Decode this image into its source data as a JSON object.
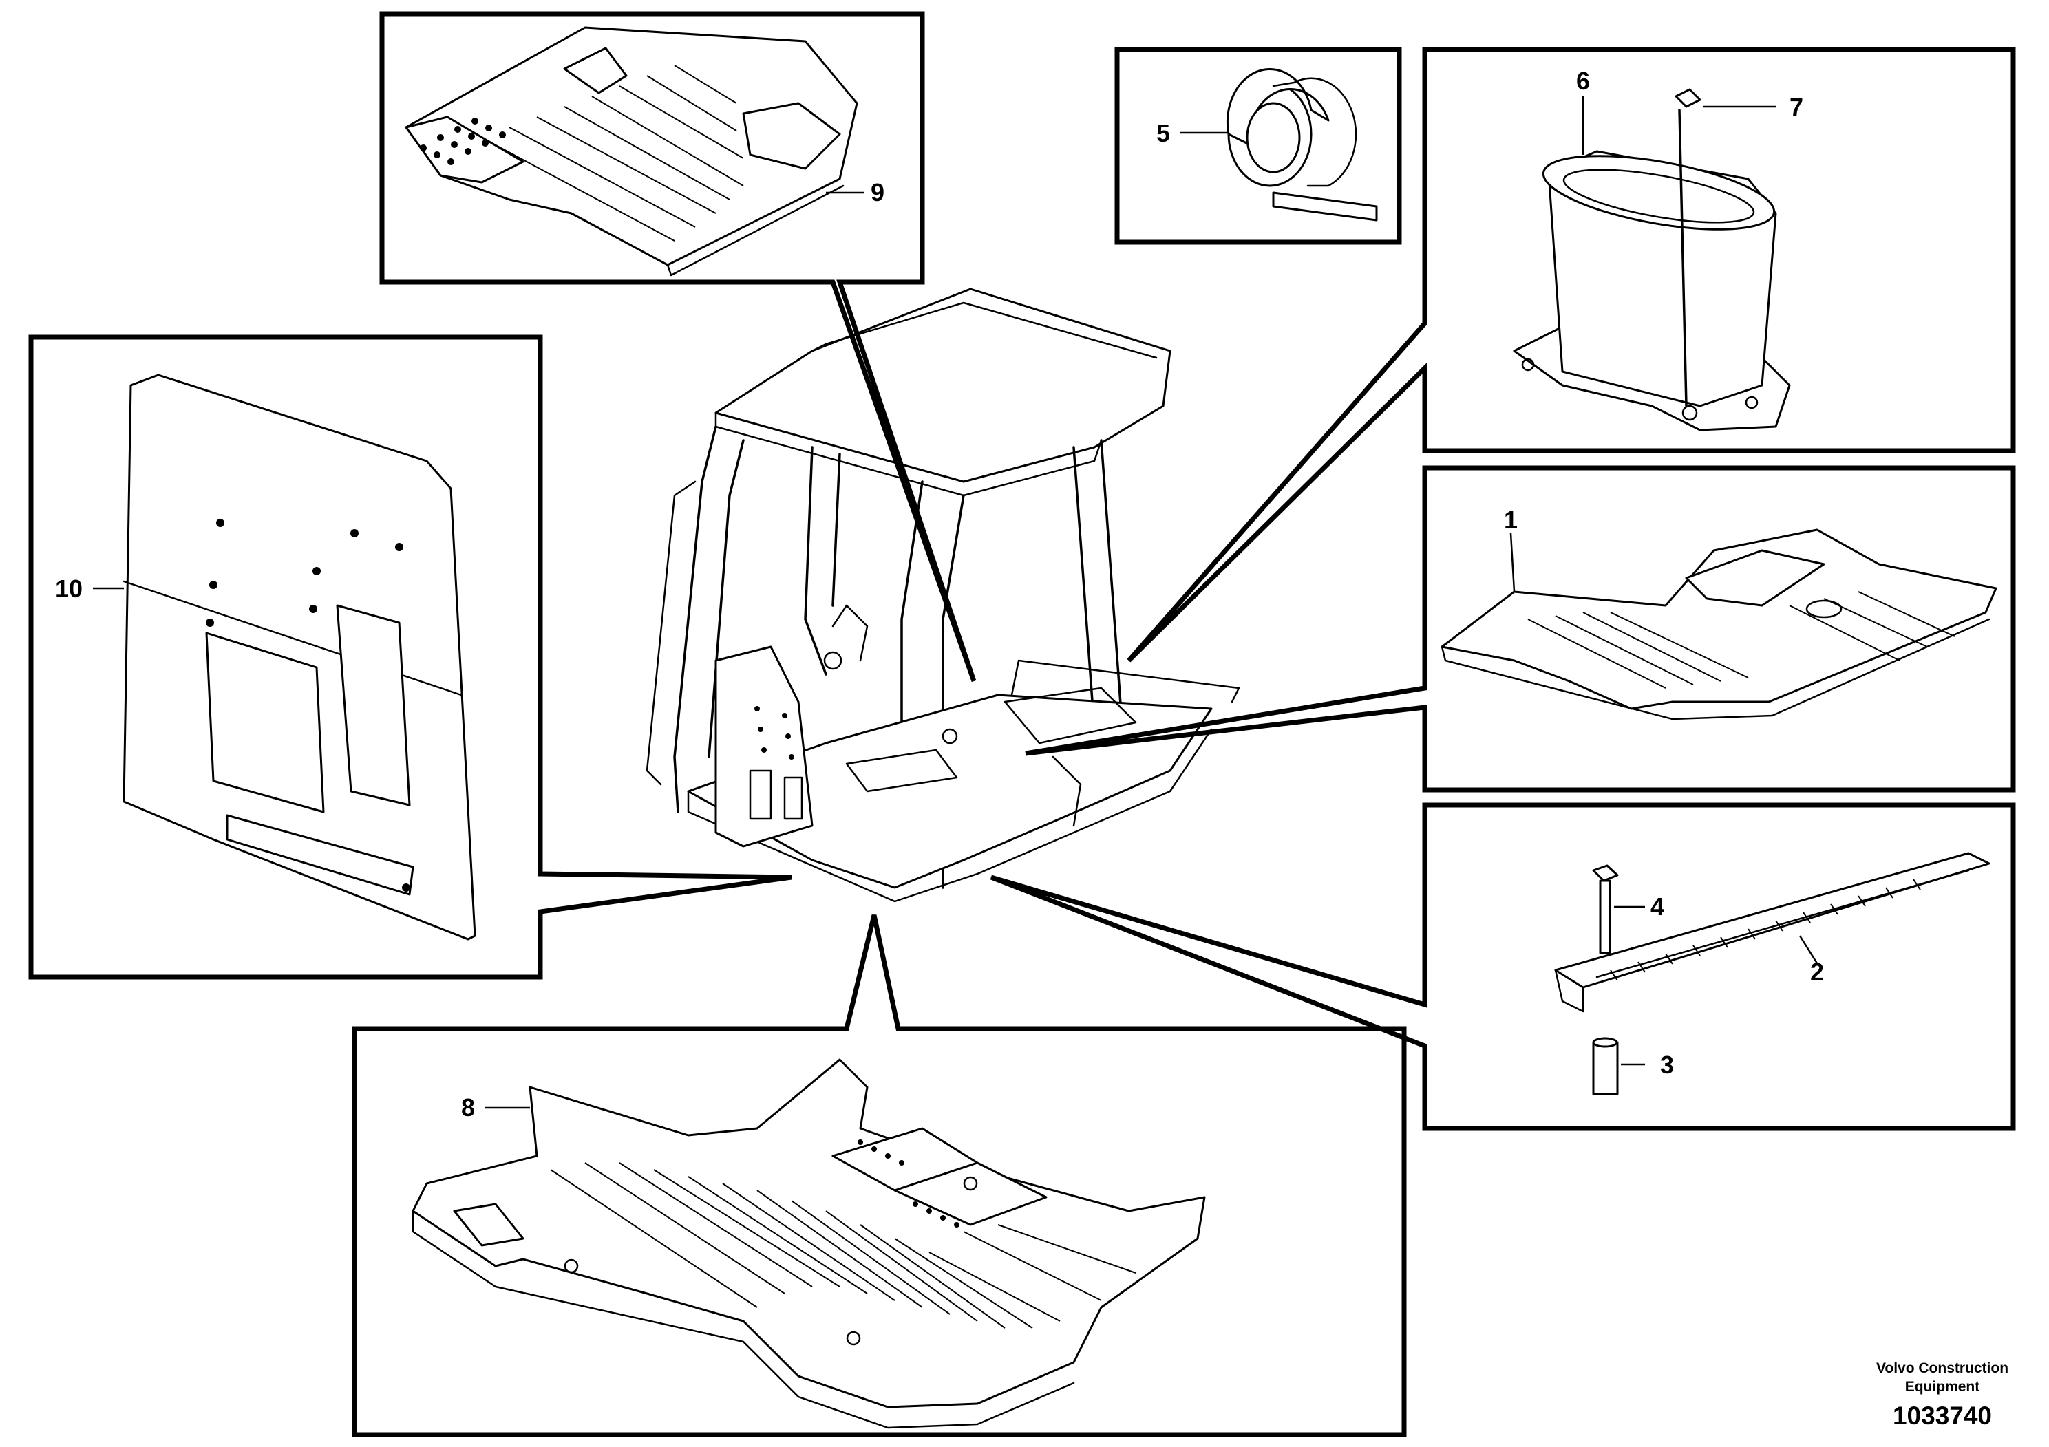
{
  "labels": {
    "p1": "1",
    "p2": "2",
    "p3": "3",
    "p4": "4",
    "p5": "5",
    "p6": "6",
    "p7": "7",
    "p8": "8",
    "p9": "9",
    "p10": "10"
  },
  "footer": {
    "company_line1": "Volvo Construction",
    "company_line2": "Equipment",
    "drawing_number": "1033740"
  }
}
